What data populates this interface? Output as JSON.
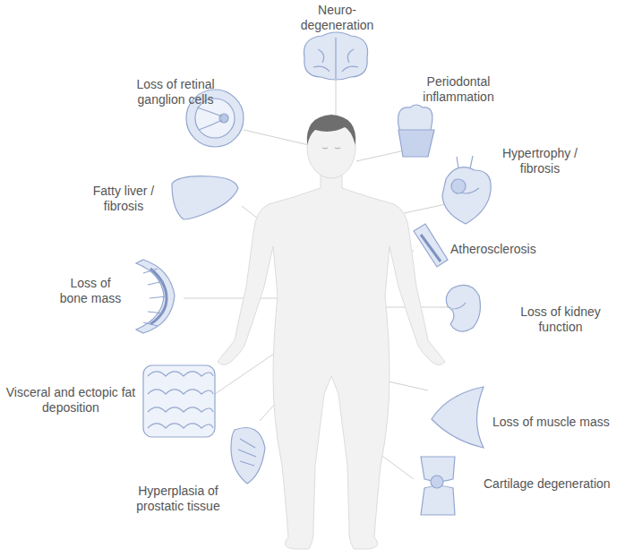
{
  "diagram": {
    "labels": [
      "Neuro- degeneration",
      "Loss of retinal ganglion cells",
      "Periodontal inflammation",
      "Hypertrophy / fibrosis",
      "Fatty liver / fibrosis",
      "Atherosclerosis",
      "Loss of bone mass",
      "Loss of kidney function",
      "Visceral and ectopic fat deposition",
      "Loss of muscle mass",
      "Hyperplasia of prostatic tissue",
      "Cartilage degeneration"
    ]
  }
}
